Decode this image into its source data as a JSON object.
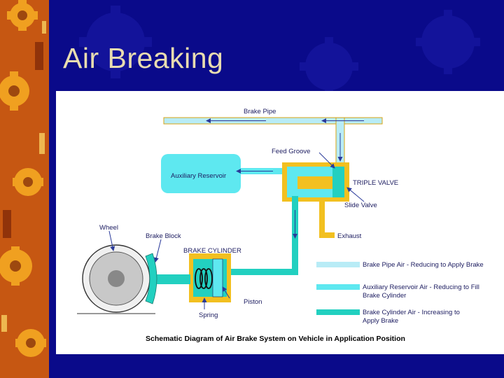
{
  "slide": {
    "title": "Air Breaking"
  },
  "diagram": {
    "labels": {
      "brake_pipe": "Brake Pipe",
      "feed_groove": "Feed Groove",
      "auxiliary_reservoir": "Auxiliary Reservoir",
      "triple_valve": "TRIPLE VALVE",
      "slide_valve": "Slide Valve",
      "exhaust": "Exhaust",
      "wheel": "Wheel",
      "brake_block": "Brake Block",
      "brake_cylinder": "BRAKE CYLINDER",
      "piston": "Piston",
      "spring": "Spring"
    },
    "legend": {
      "brake_pipe_air": [
        "Brake Pipe Air - Reducing to Apply Brake"
      ],
      "aux_reservoir_air": [
        "Auxiliary Reservoir Air - Reducing to Fill",
        "Brake Cylinder"
      ],
      "brake_cylinder_air": [
        "Brake Cylinder Air - Increasing to",
        "Apply Brake"
      ]
    },
    "caption": "Schematic Diagram of Air Brake System on Vehicle in Application Position",
    "colors": {
      "slide_background": "#0a0a8a",
      "title_text": "#e8dcb0",
      "brake_pipe_air": "#b8ecf6",
      "aux_reservoir_air": "#5ee8f0",
      "brake_cylinder_air": "#22d0c0",
      "casing": "#f2c020",
      "arrow": "#2a3a9a"
    }
  }
}
